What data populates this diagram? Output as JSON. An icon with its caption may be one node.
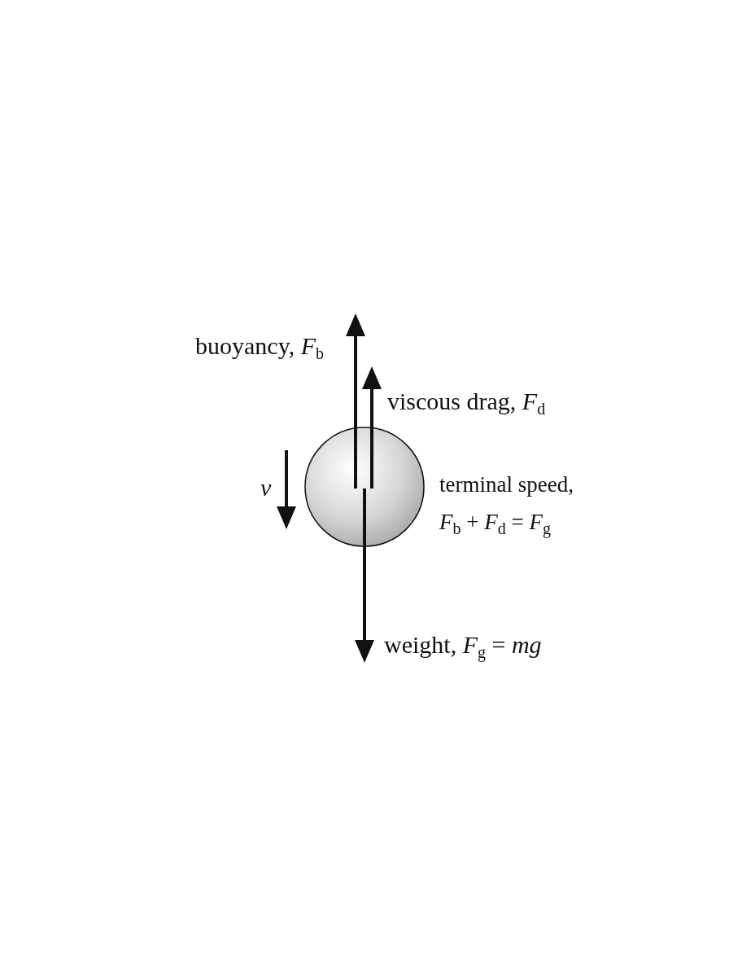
{
  "diagram": {
    "nodes": [
      {
        "text": [],
        "shape": "circle"
      }
    ],
    "labels": [
      "buoyancy, *F*$_{b}$",
      "viscous drag, *F*$_{d}$",
      "*v*",
      "terminal speed, *F*$_{b}$ + *F*$_{d}$ = *F*$_{g}$",
      "weight, *F*$_{g}$ = *mg*"
    ]
  }
}
